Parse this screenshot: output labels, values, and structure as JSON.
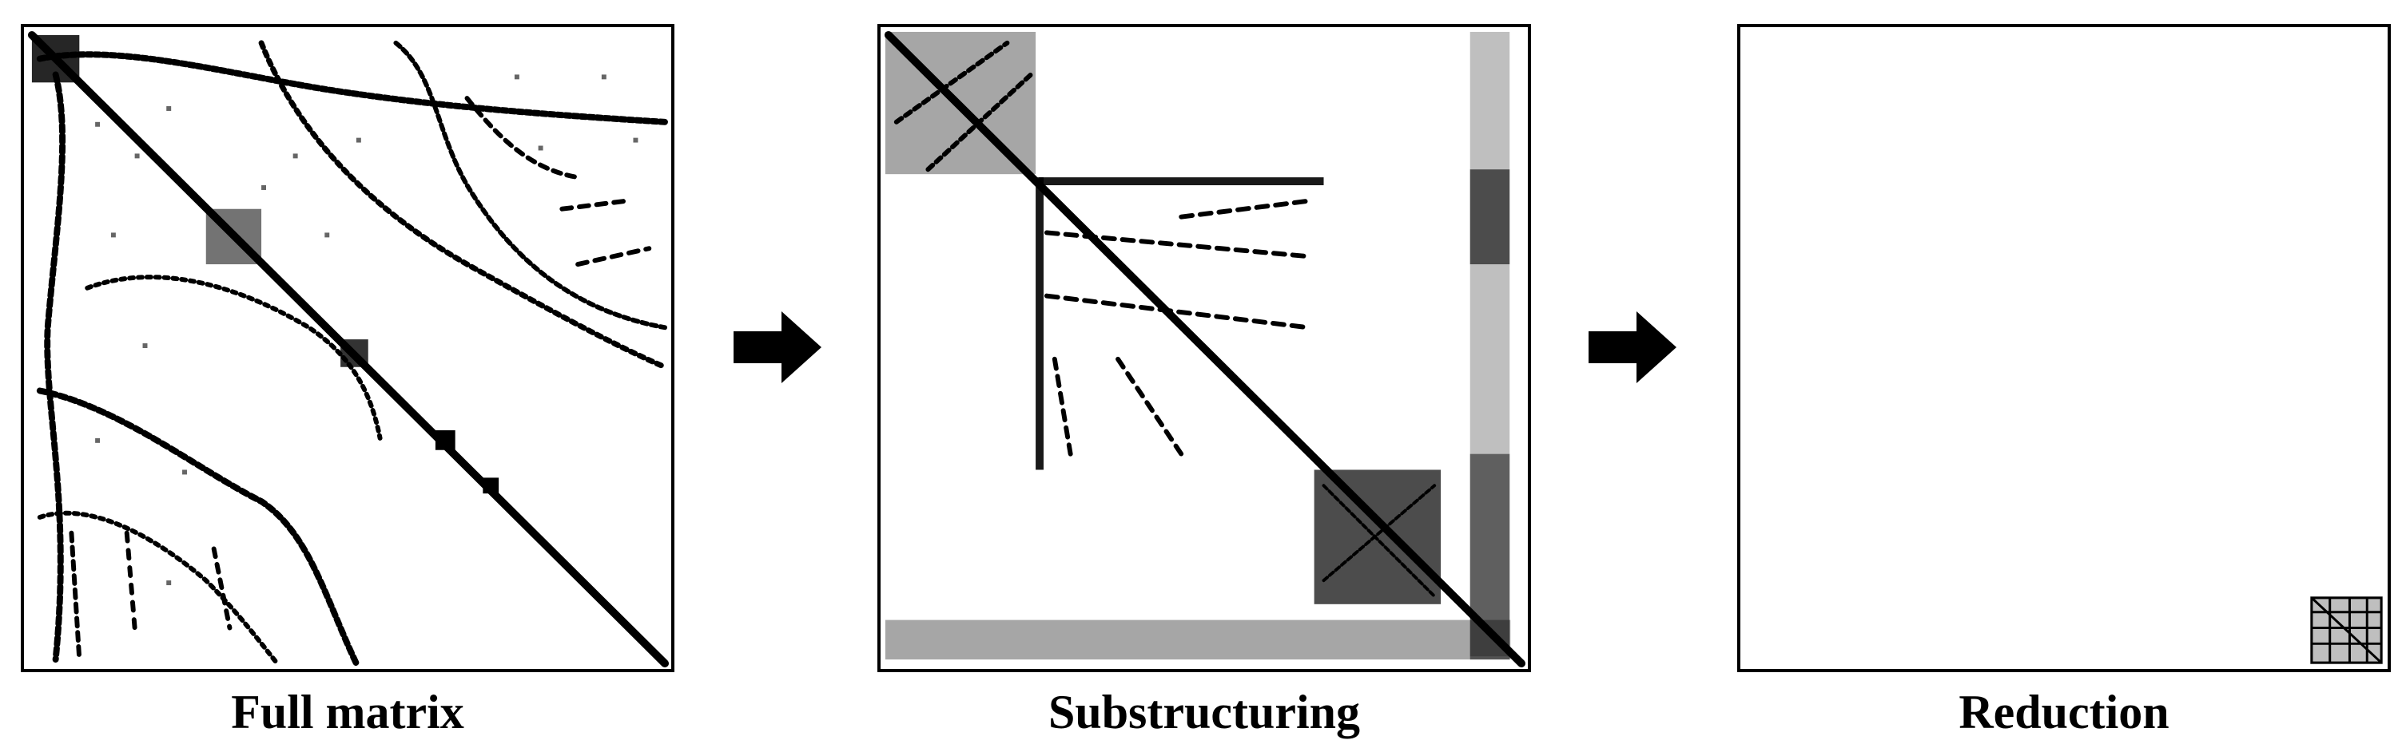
{
  "panels": [
    {
      "id": "full-matrix",
      "caption": "Full matrix"
    },
    {
      "id": "substructuring",
      "caption": "Substructuring"
    },
    {
      "id": "reduction",
      "caption": "Reduction"
    }
  ],
  "colors": {
    "ink": "#000000",
    "background": "#ffffff"
  }
}
